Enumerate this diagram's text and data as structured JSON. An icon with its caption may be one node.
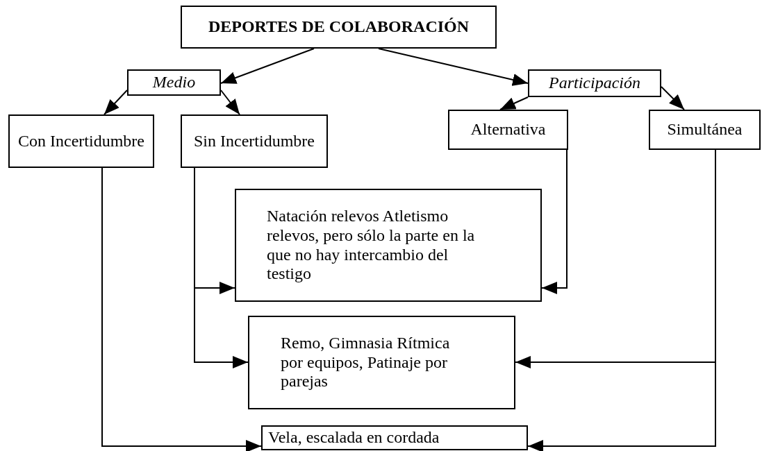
{
  "diagram": {
    "nodes": [
      {
        "text": [
          "DEPORTES DE COLABORACIÓN"
        ]
      },
      {
        "text": [
          "Medio"
        ]
      },
      {
        "text": [
          "Participación"
        ]
      },
      {
        "text": [
          "Con Incertidumbre"
        ]
      },
      {
        "text": [
          "Sin Incertidumbre"
        ]
      },
      {
        "text": [
          "Alternativa"
        ]
      },
      {
        "text": [
          "Simultánea"
        ]
      },
      {
        "text": [
          "Natación relevos Atletismo relevos, pero sólo la parte en la que no hay intercambio del testigo"
        ]
      },
      {
        "text": [
          "Remo, Gimnasia Rítmica por equipos, Patinaje por parejas"
        ]
      },
      {
        "text": [
          "Vela, escalada en cordada"
        ]
      }
    ],
    "edges": [
      {
        "from": 0,
        "to": 1,
        "arrow": "to"
      },
      {
        "from": 0,
        "to": 2,
        "arrow": "to"
      },
      {
        "from": 1,
        "to": 3,
        "arrow": "to"
      },
      {
        "from": 1,
        "to": 4,
        "arrow": "to"
      },
      {
        "from": 2,
        "to": 5,
        "arrow": "to"
      },
      {
        "from": 2,
        "to": 6,
        "arrow": "to"
      },
      {
        "from": 3,
        "to": 9,
        "arrow": "to"
      },
      {
        "from": 4,
        "to": 7,
        "arrow": "to"
      },
      {
        "from": 4,
        "to": 8,
        "arrow": "to"
      },
      {
        "from": 5,
        "to": 7,
        "arrow": "to"
      },
      {
        "from": 6,
        "to": 8,
        "arrow": "to"
      },
      {
        "from": 6,
        "to": 9,
        "arrow": "to"
      }
    ]
  }
}
